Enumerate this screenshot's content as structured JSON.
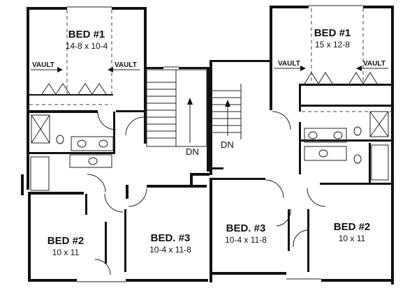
{
  "plan": {
    "left_unit": {
      "master_bed": {
        "name": "BED #1",
        "dims": "14-8 x 10-4"
      },
      "vault_left": "VAULT",
      "vault_right": "VAULT",
      "bed2": {
        "name": "BED #2",
        "dims": "10 x 11"
      },
      "bed3": {
        "name": "BED. #3",
        "dims": "10-4 x 11-8"
      },
      "stair_label": "DN"
    },
    "right_unit": {
      "master_bed": {
        "name": "BED #1",
        "dims": "15 x 12-8"
      },
      "vault_left": "VAULT",
      "vault_right": "VAULT",
      "bed2": {
        "name": "BED #2",
        "dims": "10 x 11"
      },
      "bed3": {
        "name": "BED. #3",
        "dims": "10-4 x 11-8"
      },
      "stair_label": "DN"
    }
  }
}
